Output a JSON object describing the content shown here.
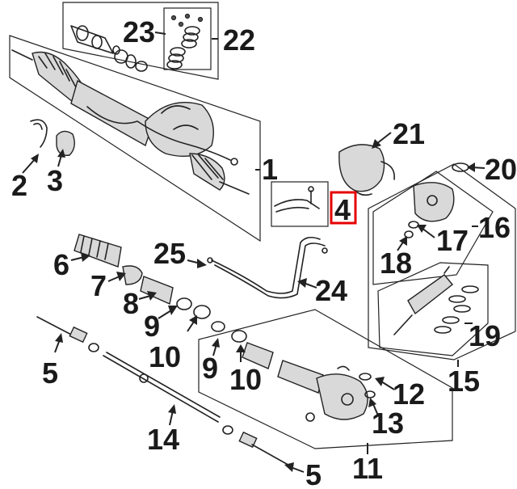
{
  "colors": {
    "highlight": "#e60000",
    "ink": "#1a1a1a"
  },
  "labels": {
    "l1": "1",
    "l2": "2",
    "l3": "3",
    "l4": "4",
    "l5a": "5",
    "l5b": "5",
    "l6": "6",
    "l7": "7",
    "l8": "8",
    "l9a": "9",
    "l9b": "9",
    "l10a": "10",
    "l10b": "10",
    "l11": "11",
    "l12": "12",
    "l13": "13",
    "l14": "14",
    "l15": "15",
    "l16": "16",
    "l17": "17",
    "l18": "18",
    "l19": "19",
    "l20": "20",
    "l21": "21",
    "l22": "22",
    "l23": "23",
    "l24": "24",
    "l25": "25"
  },
  "highlighted_label": "4"
}
